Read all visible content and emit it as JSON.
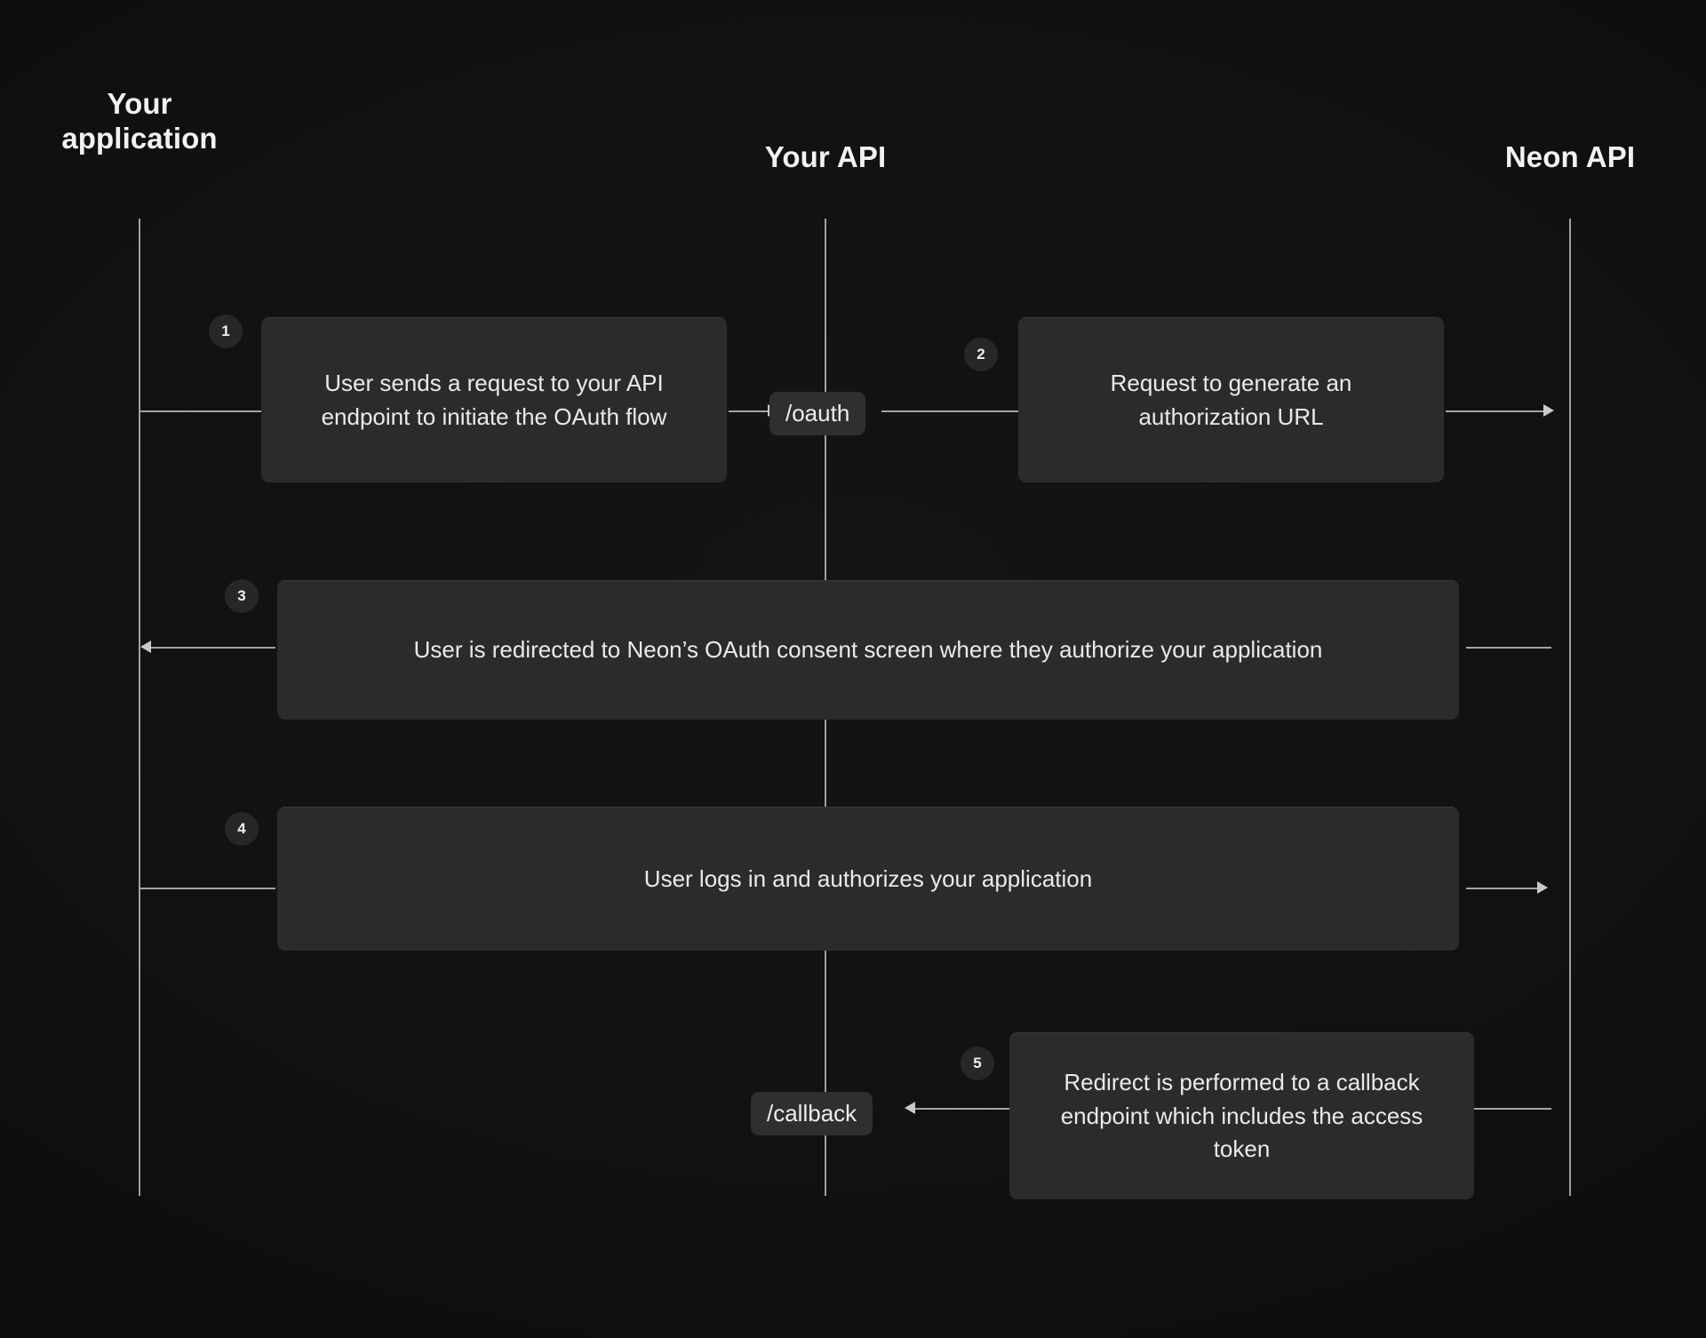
{
  "diagram": {
    "title": "Neon OAuth flow sequence diagram",
    "background_color": "#111111",
    "box_color": "#2b2b2b",
    "pill_color": "#2f2f2f",
    "badge_color": "#272727",
    "line_color": "#c9c9c9",
    "text_color": "#eaeaea"
  },
  "actors": [
    {
      "id": "your-application",
      "label": "Your\napplication"
    },
    {
      "id": "your-api",
      "label": "Your API"
    },
    {
      "id": "neon-api",
      "label": "Neon API"
    }
  ],
  "endpoints": [
    {
      "id": "oauth",
      "label": "/oauth"
    },
    {
      "id": "callback",
      "label": "/callback"
    }
  ],
  "steps": [
    {
      "number": "1",
      "text": "User sends a request to your API endpoint to initiate the OAuth flow",
      "from": "your-application",
      "to": "your-api",
      "direction": "right"
    },
    {
      "number": "2",
      "text": "Request to generate an authorization URL",
      "from": "your-api",
      "to": "neon-api",
      "direction": "right"
    },
    {
      "number": "3",
      "text": "User is redirected to Neon’s OAuth consent screen where they authorize your application",
      "from": "neon-api",
      "to": "your-application",
      "direction": "left"
    },
    {
      "number": "4",
      "text": "User logs in and authorizes your application",
      "from": "your-application",
      "to": "neon-api",
      "direction": "right"
    },
    {
      "number": "5",
      "text": "Redirect is performed to a callback endpoint which includes the access token",
      "from": "neon-api",
      "to": "your-api",
      "direction": "left"
    }
  ]
}
